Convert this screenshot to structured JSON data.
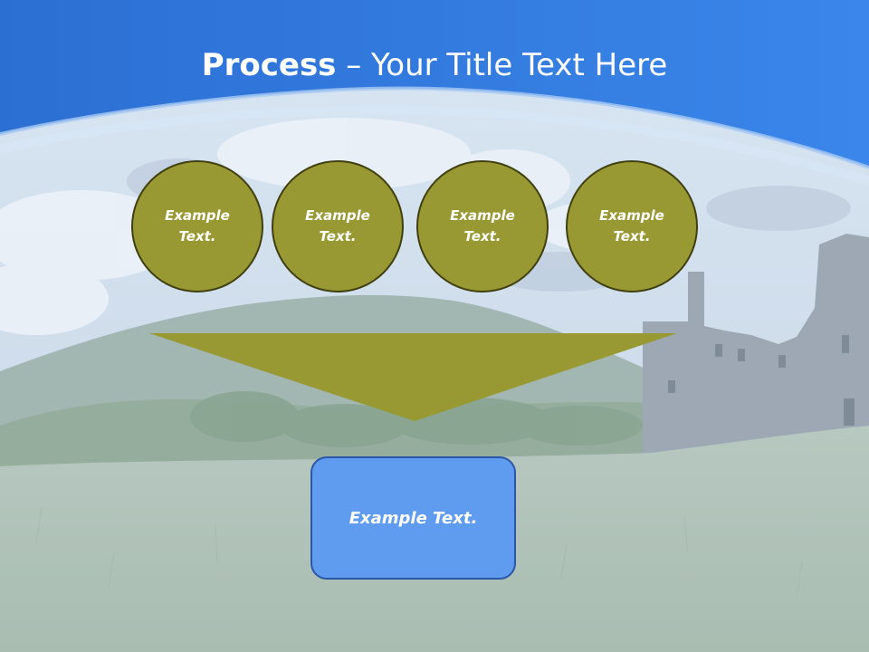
{
  "slide": {
    "title_bold": "Process",
    "title_rest": " – Your Title Text Here"
  },
  "diagram": {
    "circles": [
      {
        "label": "Example\nText."
      },
      {
        "label": "Example\nText."
      },
      {
        "label": "Example\nText."
      },
      {
        "label": "Example\nText."
      }
    ],
    "result_label": "Example Text."
  },
  "colors": {
    "header_blue": "#2f72d6",
    "circle_fill": "#999933",
    "arrow_fill": "#999933",
    "box_fill": "#5f9cf0"
  }
}
